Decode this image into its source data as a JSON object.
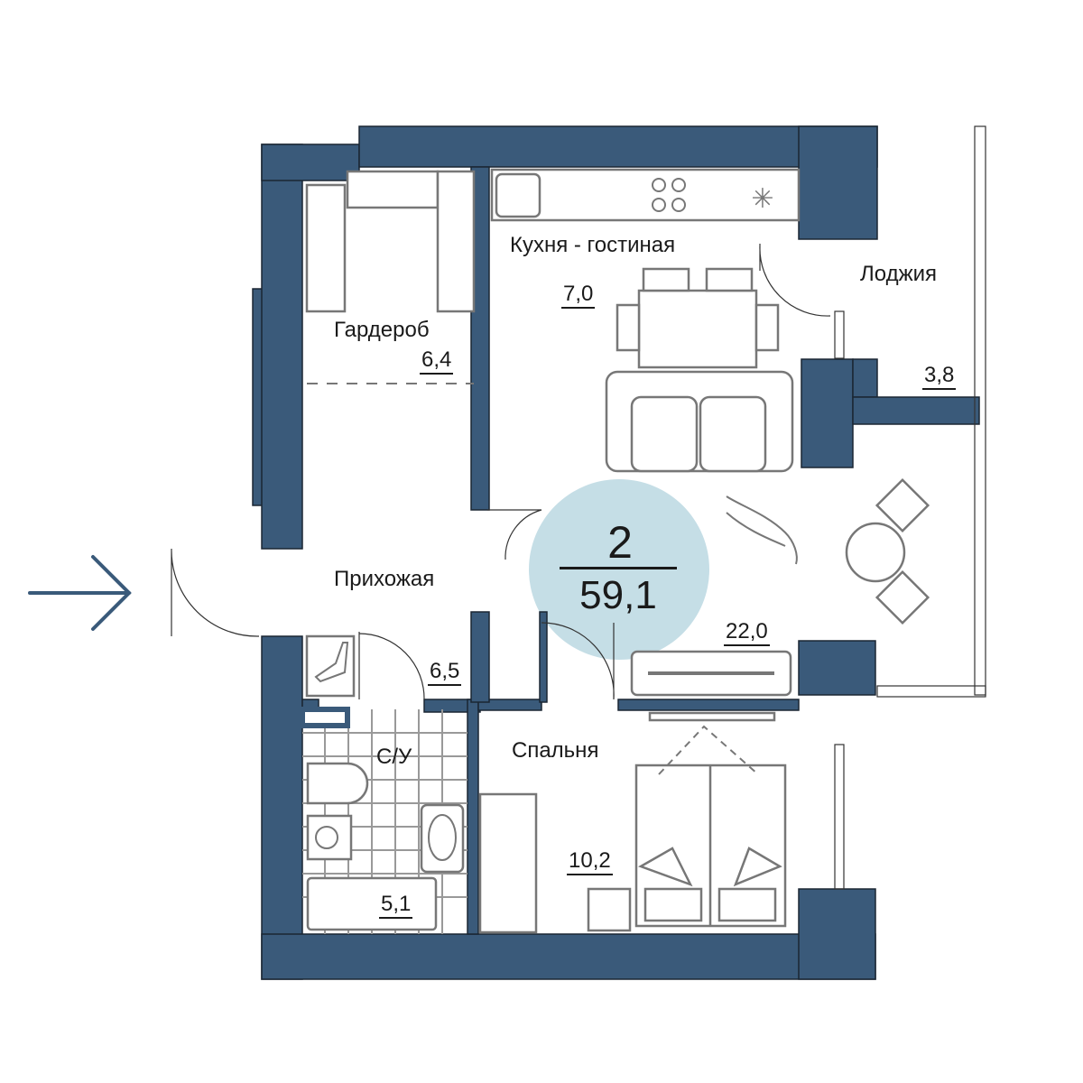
{
  "plan": {
    "rooms_count": "2",
    "total_area": "59,1",
    "colors": {
      "wall": "#3a5a7a",
      "badge": "#c5dee6",
      "entry_arrow": "#3a5a7a"
    },
    "rooms": [
      {
        "name": "Гардероб",
        "area": "6,4"
      },
      {
        "name": "Кухня - гостиная",
        "area": "7,0"
      },
      {
        "name": "Лоджия",
        "area": "3,8"
      },
      {
        "name": "Прихожая",
        "area": "6,5"
      },
      {
        "name": "С/У",
        "area": "5,1"
      },
      {
        "name": "Спальня",
        "area": "10,2"
      },
      {
        "name": "",
        "area": "22,0"
      }
    ]
  }
}
